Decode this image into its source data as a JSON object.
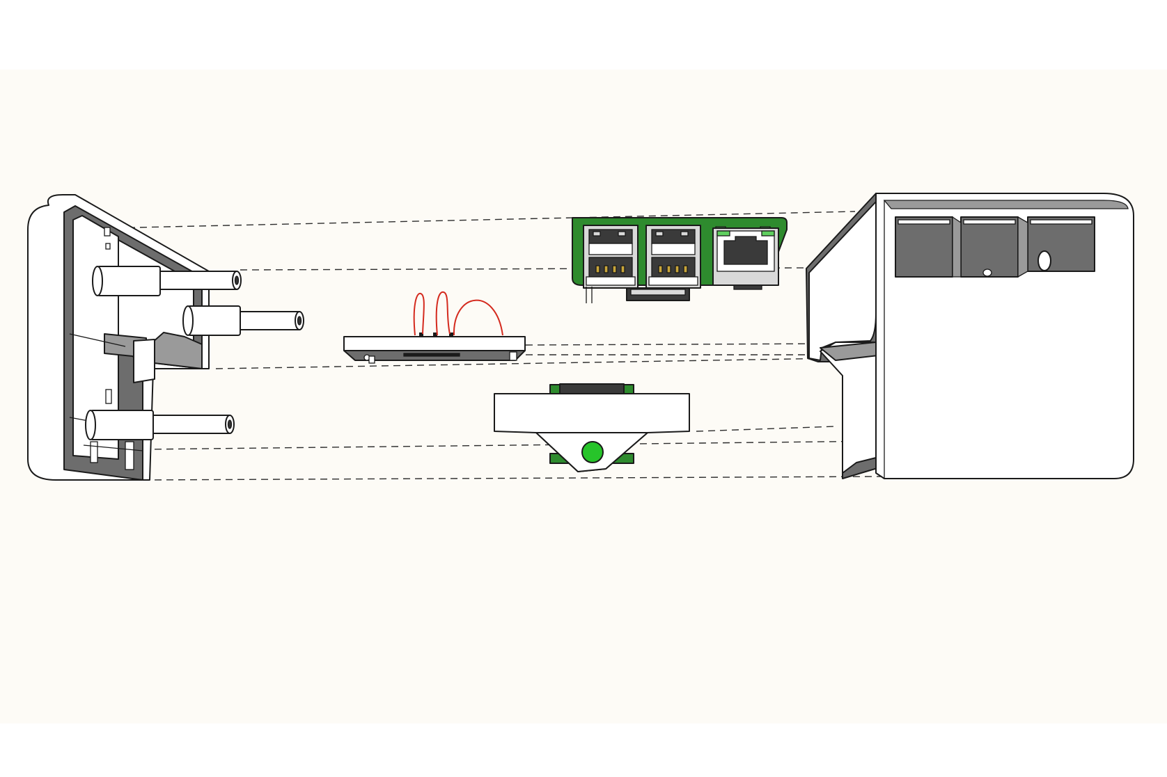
{
  "colors": {
    "background": "#fdfbf6",
    "page": "#ffffff",
    "plastic": "#ffffff",
    "plastic_shadow": "#6d6d6d",
    "plastic_shadow_light": "#9a9a9a",
    "pcb_green": "#2e8b2e",
    "pcb_green_light": "#5fcf5f",
    "led_green": "#27c42a",
    "wire_red": "#d42a1e",
    "metal": "#d9d9d9",
    "metal_dark": "#3a3a3a",
    "gold": "#c8a53a"
  },
  "parts": [
    {
      "id": "end-cap",
      "icon": "case-end-cap-icon"
    },
    {
      "id": "standoffs",
      "icon": "standoff-post-icon"
    },
    {
      "id": "button-board",
      "icon": "button-board-icon"
    },
    {
      "id": "wires",
      "icon": "red-wire-icon"
    },
    {
      "id": "io-board",
      "icon": "usb-ethernet-board-icon"
    },
    {
      "id": "light-pipe-holder",
      "icon": "led-light-pipe-icon"
    },
    {
      "id": "main-housing",
      "icon": "case-housing-icon"
    }
  ],
  "assembly_lines": {
    "style": "dashed"
  }
}
